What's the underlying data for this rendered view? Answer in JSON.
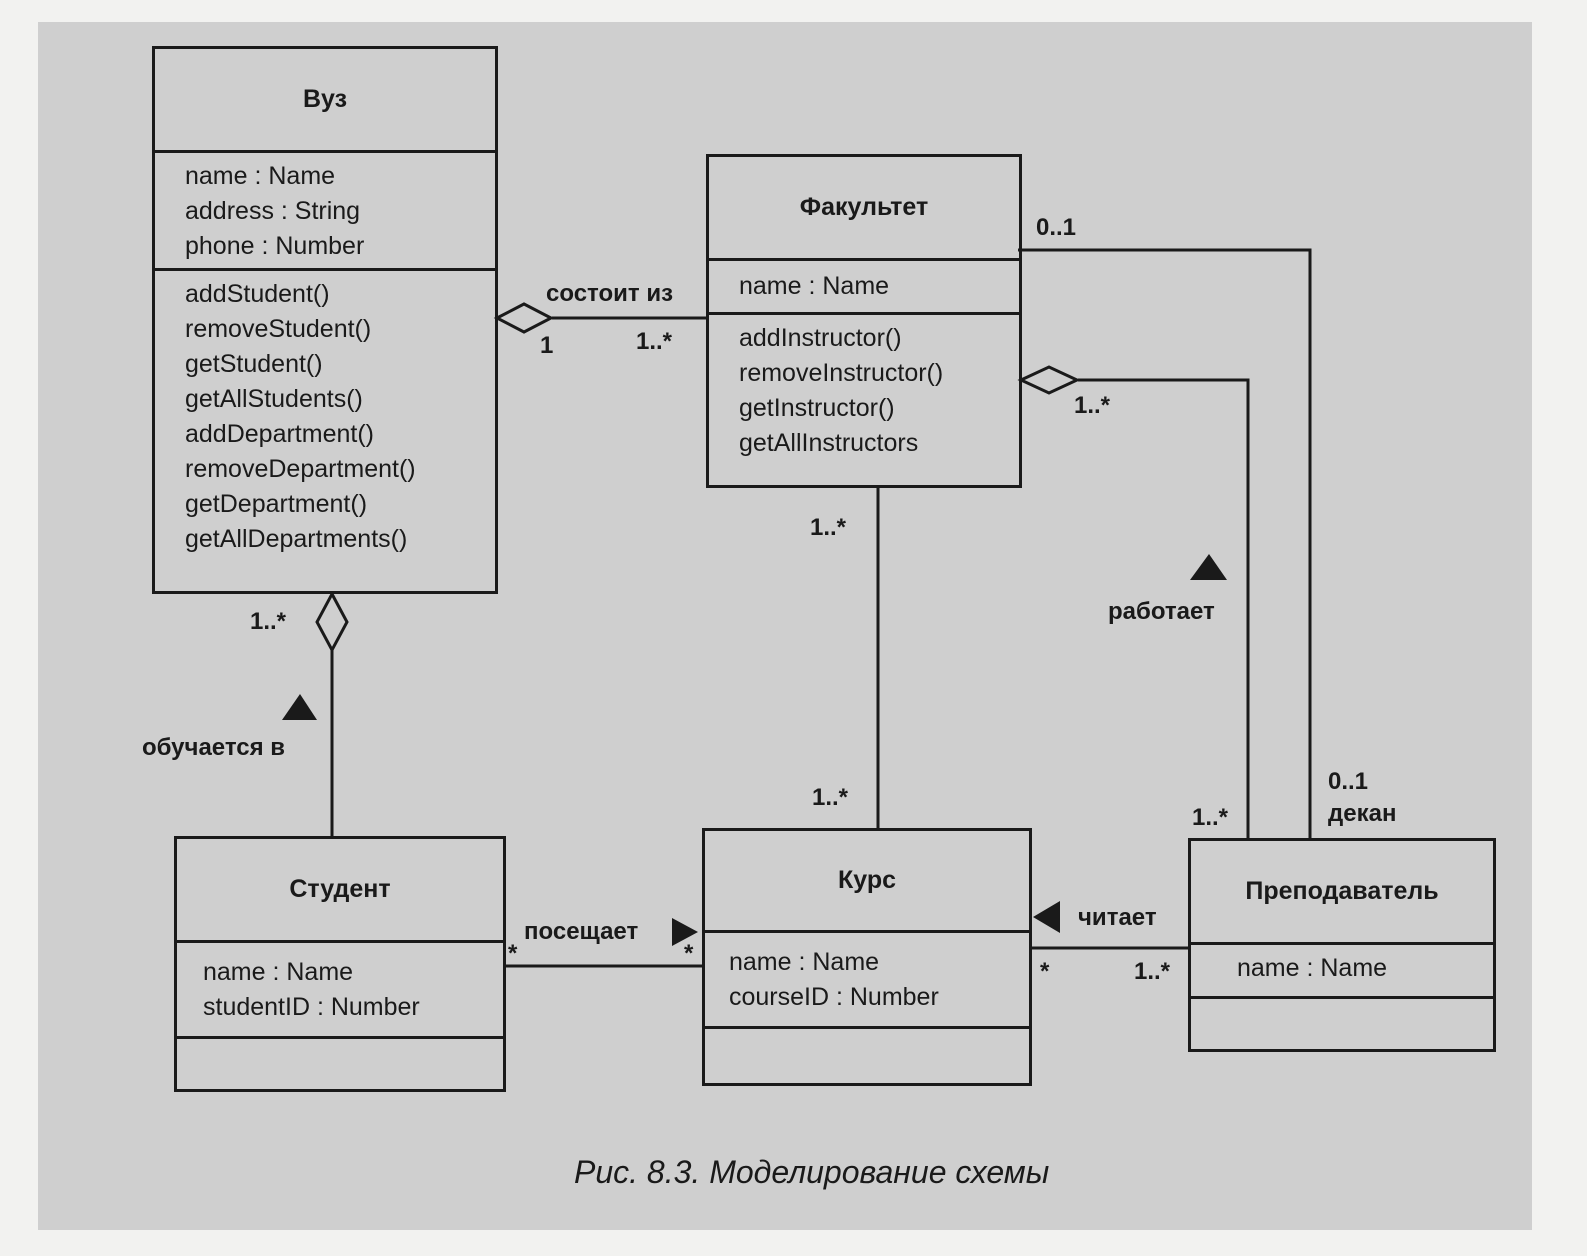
{
  "classes": {
    "vuz": {
      "name": "Вуз",
      "attributes": [
        "name : Name",
        "address : String",
        "phone : Number"
      ],
      "operations": [
        "addStudent()",
        "removeStudent()",
        "getStudent()",
        "getAllStudents()",
        "addDepartment()",
        "removeDepartment()",
        "getDepartment()",
        "getAllDepartments()"
      ]
    },
    "fakultet": {
      "name": "Факультет",
      "attributes": [
        "name : Name"
      ],
      "operations": [
        "addInstructor()",
        "removeInstructor()",
        "getInstructor()",
        "getAllInstructors"
      ]
    },
    "student": {
      "name": "Студент",
      "attributes": [
        "name : Name",
        "studentID : Number"
      ],
      "operations": []
    },
    "kurs": {
      "name": "Курс",
      "attributes": [
        "name : Name",
        "courseID : Number"
      ],
      "operations": []
    },
    "prepodavatel": {
      "name": "Преподаватель",
      "attributes": [
        "name : Name"
      ],
      "operations": []
    }
  },
  "associations": {
    "sostoit_iz": {
      "label": "состоит из",
      "mult_source": "1",
      "mult_target": "1..*"
    },
    "obuchaetsya": {
      "label": "обучается в",
      "mult_source": "1..*"
    },
    "poseshchaet": {
      "label": "посещает",
      "mult_source": "*",
      "mult_target": "*"
    },
    "fak_kurs": {
      "mult_source": "1..*",
      "mult_target": "1..*"
    },
    "rabotaet": {
      "label": "работает",
      "mult_source": "1..*",
      "mult_target": "1..*"
    },
    "dekan": {
      "label": "декан",
      "mult_source": "0..1",
      "mult_target": "0..1"
    },
    "chitaet": {
      "label": "читает",
      "mult_source": "*",
      "mult_target": "1..*"
    }
  },
  "caption": "Рис. 8.3. Моделирование схемы"
}
